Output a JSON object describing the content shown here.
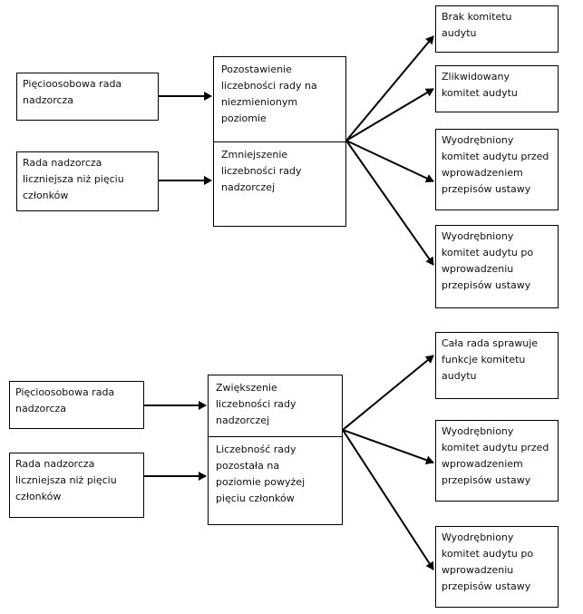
{
  "colors": {
    "line": "#000000",
    "background": "#ffffff",
    "text": "#111111"
  },
  "top": {
    "left_boxes": [
      "Pięcioosobowa rada\nnadzorcza",
      "Rada nadzorcza\nliczniejsza niż pięciu\nczłonków"
    ],
    "middle": [
      "Pozostawienie\nliczebności rady na\nniezmienionym\npoziomie",
      "Zmniejszenie\nliczebności rady\nnadzorczej"
    ],
    "right_boxes": [
      "Brak komitetu\naudytu",
      "Zlikwidowany\nkomitet audytu",
      "Wyodrębniony\nkomitet audytu przed\nwprowadzeniem\nprzepisów ustawy",
      "Wyodrębniony\nkomitet audytu po\nwprowadzeniu\nprzepisów ustawy"
    ]
  },
  "bottom": {
    "left_boxes": [
      "Pięcioosobowa rada\nnadzorcza",
      "Rada nadzorcza\nliczniejsza niż pięciu\nczłonków"
    ],
    "middle": [
      "Zwiększenie\nliczebności rady\nnadzorczej",
      "Liczebność rady\npozostała na\npoziomie powyżej\npięciu członków"
    ],
    "right_boxes": [
      "Cała rada sprawuje\nfunkcje komitetu\naudytu",
      "Wyodrębniony\nkomitet audytu przed\nwprowadzeniem\nprzepisów ustawy",
      "Wyodrębniony\nkomitet audytu po\nwprowadzeniu\nprzepisów ustawy"
    ]
  }
}
